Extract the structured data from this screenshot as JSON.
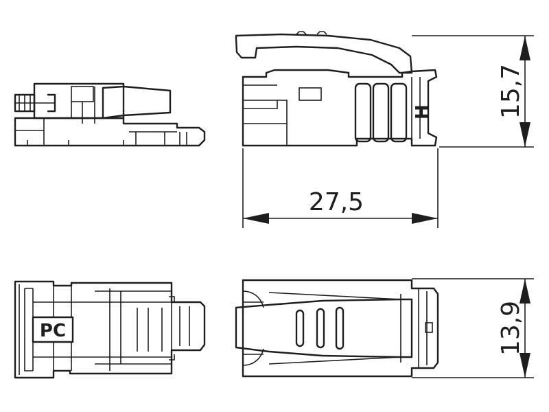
{
  "dimensions": {
    "length": "27,5",
    "height": "15,7",
    "width": "13,9"
  },
  "labels": {
    "pc_mark": "PC",
    "side_mark": "H"
  }
}
